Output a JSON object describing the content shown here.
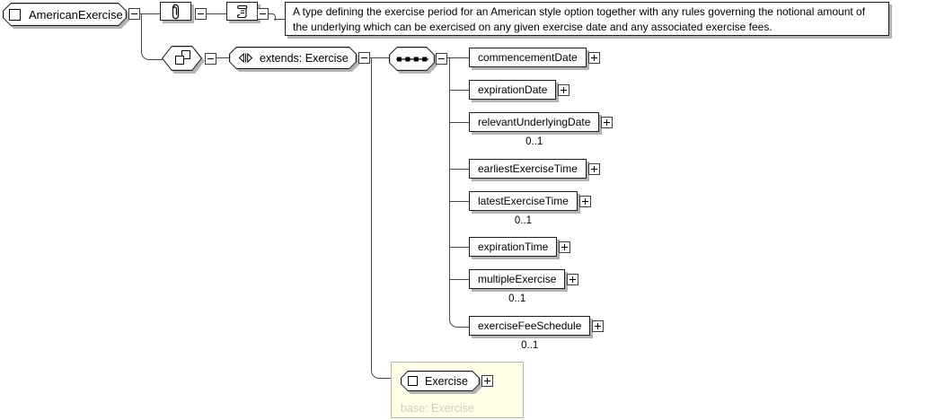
{
  "diagram": {
    "root_label": "AmericanExercise",
    "annotation_text": "A type defining the exercise period for an American style option together with any rules governing the notional amount of the underlying which can be exercised on any given exercise date and any associated exercise fees.",
    "extends_label": "extends: Exercise",
    "elements": [
      {
        "name": "commencementDate",
        "occurs": ""
      },
      {
        "name": "expirationDate",
        "occurs": ""
      },
      {
        "name": "relevantUnderlyingDate",
        "occurs": "0..1"
      },
      {
        "name": "earliestExerciseTime",
        "occurs": ""
      },
      {
        "name": "latestExerciseTime",
        "occurs": "0..1"
      },
      {
        "name": "expirationTime",
        "occurs": ""
      },
      {
        "name": "multipleExercise",
        "occurs": "0..1"
      },
      {
        "name": "exerciseFeeSchedule",
        "occurs": "0..1"
      }
    ],
    "base": {
      "label": "Exercise",
      "caption": "base: Exercise"
    },
    "icons": {
      "root": "element-square-icon",
      "attributes": "paperclip-icon",
      "annotation": "scroll-icon",
      "complex_content": "overlapping-squares-icon",
      "extends": "flip-triangles-icon",
      "sequence": "sequence-dots-icon"
    },
    "colors": {
      "base_panel_bg": "#FFFEE7",
      "base_panel_border": "#B7B7AC",
      "base_caption_text": "#CFCFC3",
      "shadow": "#B3B3B3",
      "connector": "#474747"
    }
  }
}
